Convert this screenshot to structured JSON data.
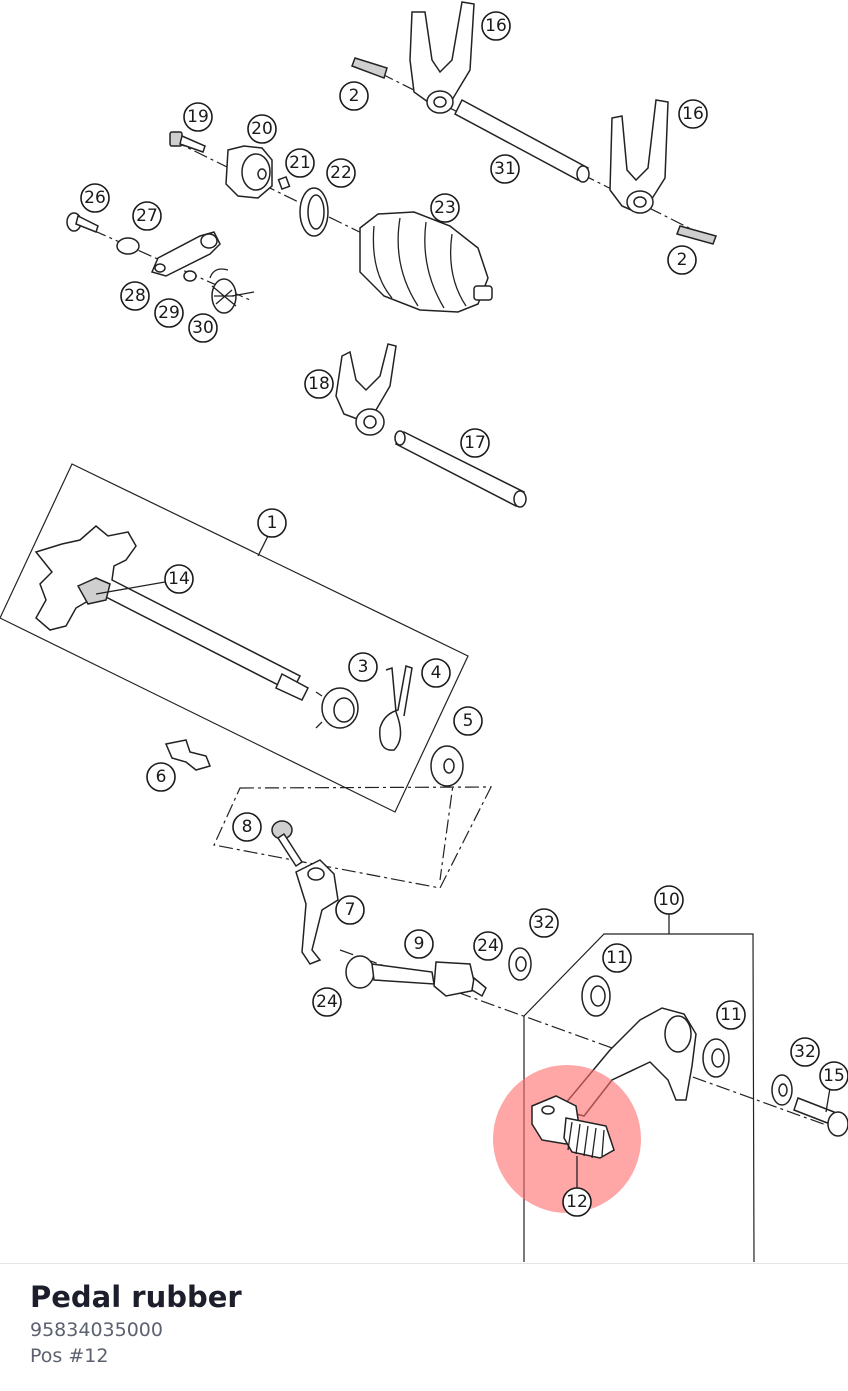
{
  "diagram": {
    "highlight_color": "#ff6b6b",
    "selected_position": "12",
    "callouts": [
      "16",
      "16",
      "2",
      "2",
      "31",
      "19",
      "20",
      "21",
      "22",
      "23",
      "26",
      "27",
      "28",
      "29",
      "30",
      "18",
      "17",
      "1",
      "14",
      "3",
      "4",
      "5",
      "6",
      "8",
      "7",
      "9",
      "24",
      "24",
      "32",
      "10",
      "11",
      "11",
      "32",
      "15",
      "12"
    ]
  },
  "part": {
    "name": "Pedal rubber",
    "number": "95834035000",
    "position": "Pos #12"
  }
}
